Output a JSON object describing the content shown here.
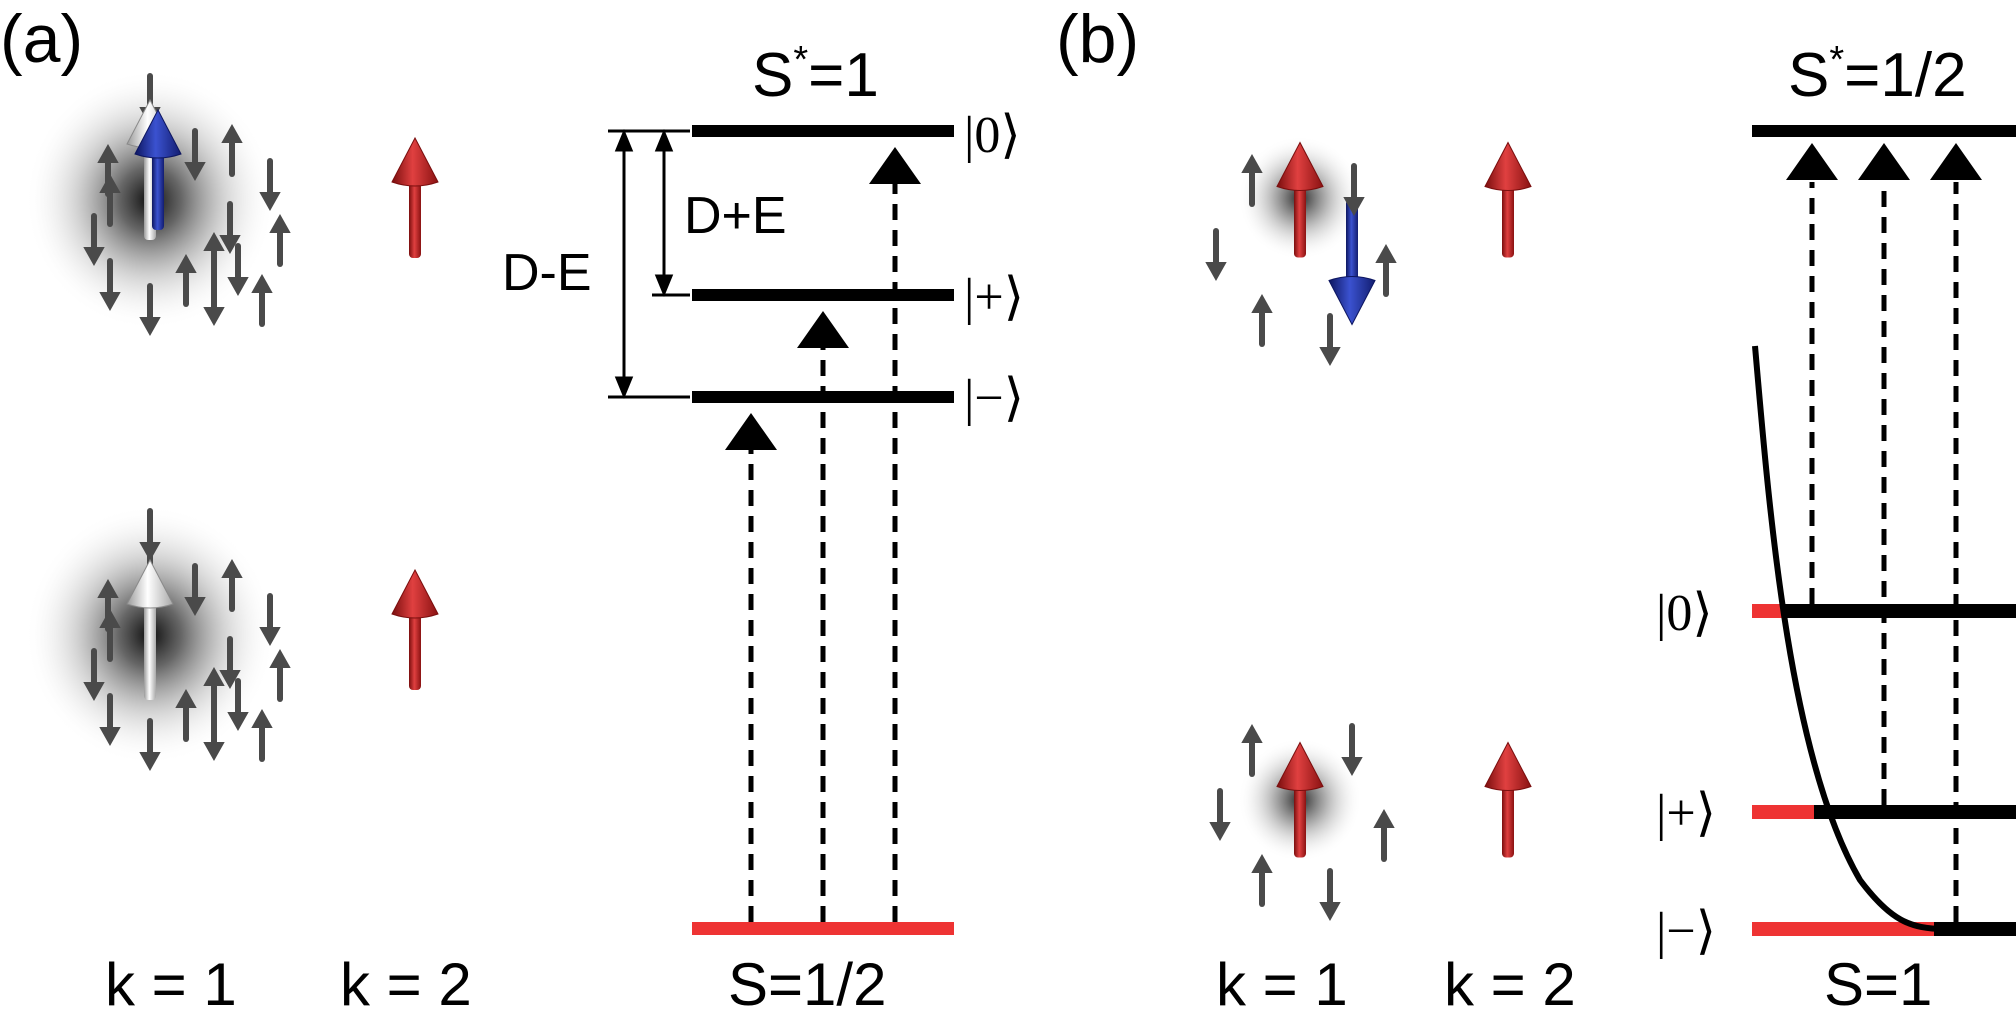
{
  "panel_a": {
    "label": "(a)",
    "excited_label": "S",
    "excited_star": "*",
    "excited_value": "=1",
    "ground_label": "S=1/2",
    "gap_large": "D-E",
    "gap_small": "D+E",
    "state_0": "|0⟩",
    "state_plus": "|+⟩",
    "state_minus": "|−⟩",
    "k1": "k = 1",
    "k2": "k = 2"
  },
  "panel_b": {
    "label": "(b)",
    "excited_label": "S",
    "excited_star": "*",
    "excited_value": "=1/2",
    "ground_label": "S=1",
    "state_0": "|0⟩",
    "state_plus": "|+⟩",
    "state_minus": "|−⟩",
    "k1": "k = 1",
    "k2": "k = 2"
  },
  "colors": {
    "level": "#000000",
    "ground_level": "#ee3333",
    "red_spin": "#cc1f1f",
    "blue_spin": "#1f2f9f",
    "white_spin": "#f2f2f2",
    "bath_spin": "#4a4a4a"
  }
}
